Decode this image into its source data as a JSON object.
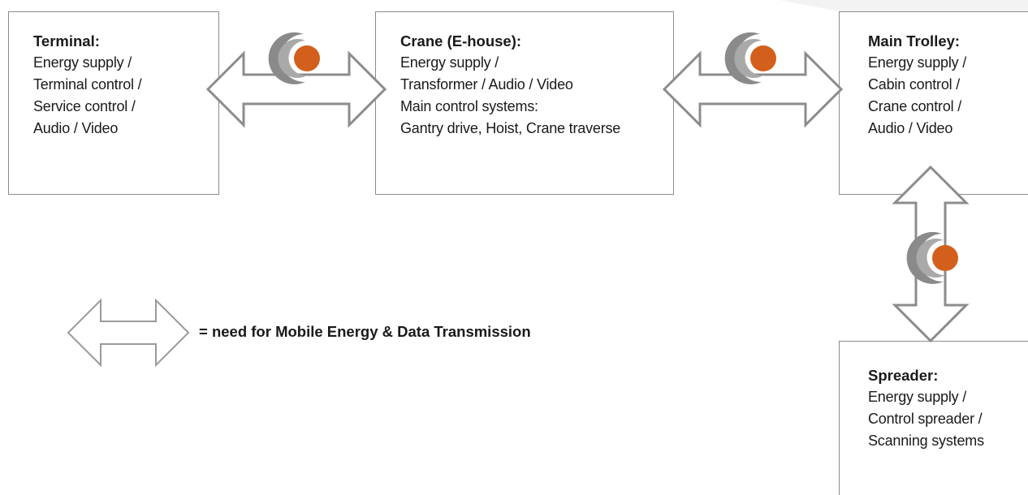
{
  "colors": {
    "border": "#8c8c8c",
    "arrow_stroke": "#8c8c8c",
    "ring": "#8a8a8a",
    "dot": "#d35f1c"
  },
  "boxes": {
    "terminal": {
      "title": "Terminal:",
      "lines": [
        "Energy supply /",
        "Terminal control /",
        "Service control /",
        "Audio / Video"
      ]
    },
    "crane": {
      "title": "Crane (E-house):",
      "lines": [
        "Energy supply /",
        "Transformer / Audio / Video",
        "Main control systems:",
        "Gantry drive, Hoist, Crane traverse"
      ]
    },
    "trolley": {
      "title": "Main Trolley:",
      "lines": [
        "Energy supply /",
        "Cabin control /",
        "Crane control /",
        "Audio / Video"
      ]
    },
    "spreader": {
      "title": "Spreader:",
      "lines": [
        "Energy supply /",
        "Control spreader /",
        "Scanning systems"
      ]
    }
  },
  "legend": {
    "text": "= need for Mobile Energy & Data Transmission",
    "icon": "double-arrow-icon"
  },
  "connectors": [
    {
      "from": "terminal",
      "to": "crane",
      "icon": "energy-data-transmission-icon"
    },
    {
      "from": "crane",
      "to": "trolley",
      "icon": "energy-data-transmission-icon"
    },
    {
      "from": "trolley",
      "to": "spreader",
      "icon": "energy-data-transmission-icon"
    }
  ]
}
